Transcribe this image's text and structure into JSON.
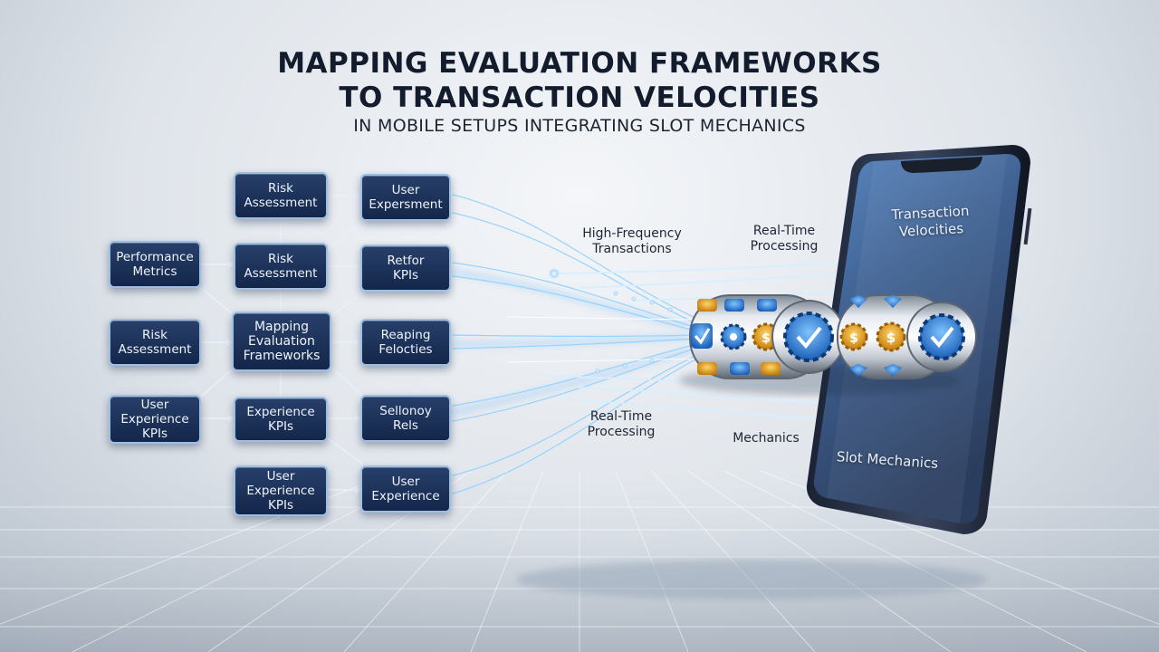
{
  "title_line1": "MAPPING EVALUATION FRAMEWORKS",
  "title_line2": "TO TRANSACTION VELOCITIES",
  "subtitle": "IN MOBILE SETUPS INTEGRATING SLOT MECHANICS",
  "nodes": {
    "risk_top": [
      "Risk",
      "Assessment"
    ],
    "user_top": [
      "User",
      "Expersment"
    ],
    "performance": [
      "Performance",
      "Metrics"
    ],
    "risk_mid": [
      "Risk",
      "Assessment"
    ],
    "retfor": [
      "Retfor",
      "KPIs"
    ],
    "risk_left": [
      "Risk",
      "Assessment"
    ],
    "center": [
      "Mapping",
      "Evaluation",
      "Frameworks"
    ],
    "reaping": [
      "Reaping",
      "Felocties"
    ],
    "ux_left": [
      "User",
      "Experience",
      "KPIs"
    ],
    "experience_kpis": [
      "Experience",
      "KPIs"
    ],
    "sellonoy": [
      "Sellonoy",
      "Rels"
    ],
    "ux_bottom": [
      "User",
      "Experience",
      "KPIs"
    ],
    "user_experience": [
      "User",
      "Experience"
    ]
  },
  "flow_labels": {
    "high_frequency": [
      "High-Frequency",
      "Transactions"
    ],
    "realtime_top": [
      "Real-Time",
      "Processing"
    ],
    "realtime_bottom": [
      "Real-Time",
      "Processing"
    ],
    "mechanics": "Mechanics"
  },
  "phone": {
    "top_label": [
      "Transaction",
      "Velocities"
    ],
    "bottom_label": "Slot Mechanics"
  },
  "colors": {
    "node_fill": "#1c3358",
    "node_border": "#9dbfe4",
    "flow_glow": "#7cc7ff",
    "title": "#131c2c",
    "reel_gold": "#e0a020",
    "reel_blue": "#2f7fd9"
  },
  "icons": [
    "check-icon",
    "gear-icon",
    "coin-icon",
    "shield-check-icon",
    "diamond-icon"
  ]
}
